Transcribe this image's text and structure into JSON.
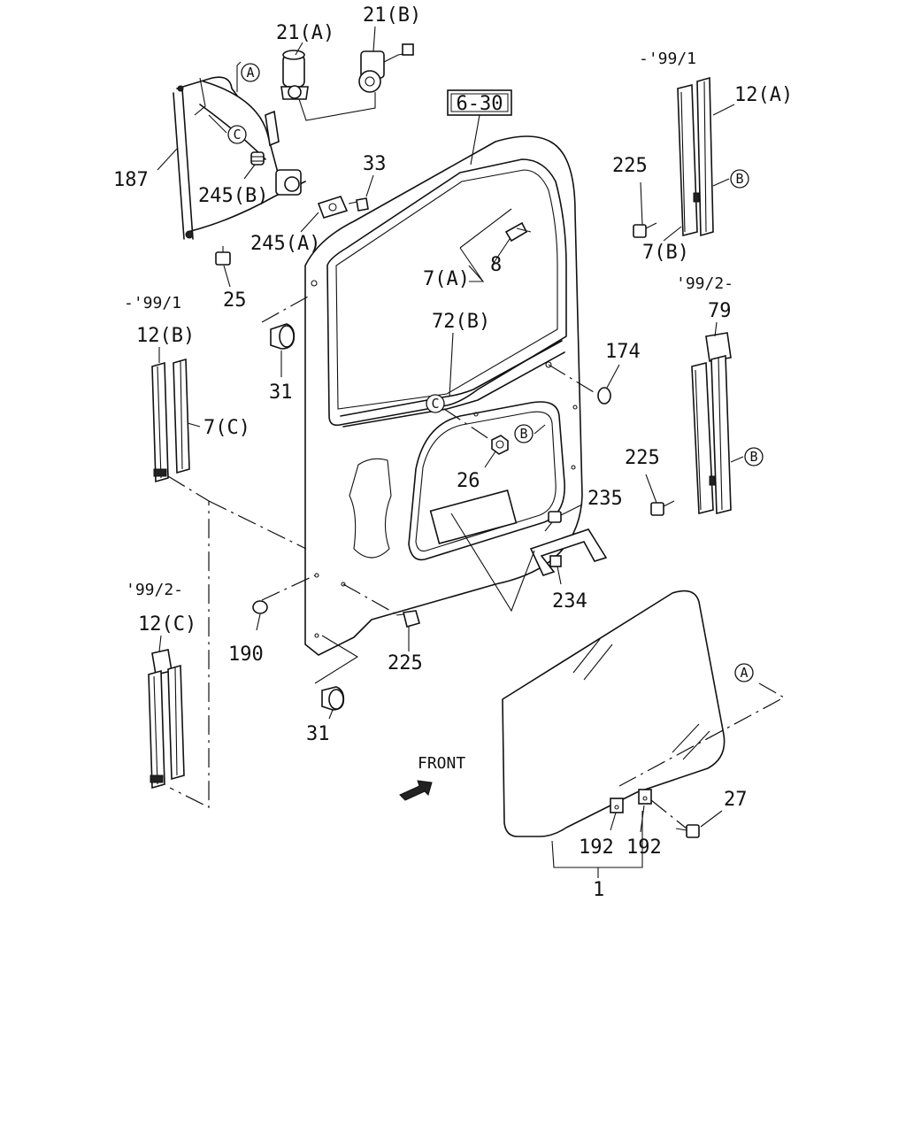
{
  "ref_box": "6-30",
  "front_label": "FRONT",
  "callouts": {
    "p21a": "21(A)",
    "p21b": "21(B)",
    "p187": "187",
    "p245b": "245(B)",
    "p245a": "245(A)",
    "p33": "33",
    "p25": "25",
    "p31_top": "31",
    "p31_bot": "31",
    "p12a": "12(A)",
    "p12b": "12(B)",
    "p12c": "12(C)",
    "p7a": "7(A)",
    "p7b": "7(B)",
    "p7c": "7(C)",
    "p8": "8",
    "p72b": "72(B)",
    "p174": "174",
    "p26": "26",
    "p225_r1": "225",
    "p225_r2": "225",
    "p225_mid": "225",
    "p79": "79",
    "p235": "235",
    "p234": "234",
    "p190": "190",
    "p27": "27",
    "p192_l": "192",
    "p192_r": "192",
    "p1": "1"
  },
  "date_notes": {
    "upto_99_1_right": "-'99/1",
    "from_99_2_right": "'99/2-",
    "upto_99_1_left": "-'99/1",
    "from_99_2_left": "'99/2-"
  },
  "reference_markers": {
    "a_top": "A",
    "a_glass": "A",
    "b_12a": "B",
    "b_79": "B",
    "b_door": "B",
    "c_reg": "C",
    "c_door": "C"
  }
}
